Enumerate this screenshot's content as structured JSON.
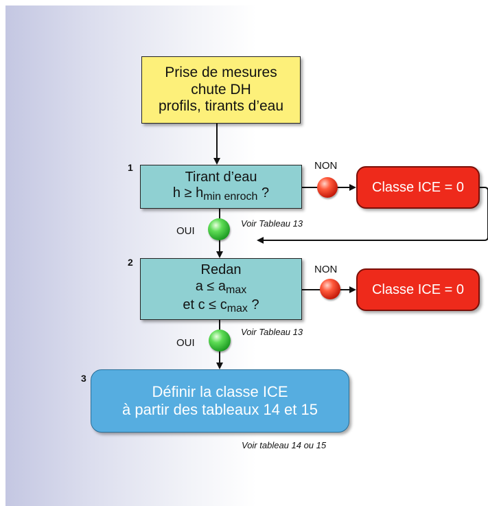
{
  "nodes": {
    "start": {
      "lines": [
        "Prise de mesures",
        "chute DH",
        "profils, tirants d’eau"
      ]
    },
    "q1": {
      "line1": "Tirant d’eau",
      "line2_pre": "h ≥ h",
      "line2_sub": "min enroch",
      "line2_post": " ?"
    },
    "q2": {
      "line1": "Redan",
      "line2_pre": "a ≤ a",
      "line2_sub": "max",
      "line3_pre": "et c ≤ c",
      "line3_sub": "max",
      "line3_post": " ?"
    },
    "end": {
      "lines": [
        "Définir la classe ICE",
        "à partir des tableaux 14 et 15"
      ]
    },
    "result1": {
      "label": "Classe ICE = 0"
    },
    "result2": {
      "label": "Classe ICE = 0"
    }
  },
  "step_numbers": [
    "1",
    "2",
    "3"
  ],
  "branch_labels": {
    "no1": "NON",
    "no2": "NON",
    "yes1": "OUI",
    "yes2": "OUI"
  },
  "references": {
    "ref1": "Voir Tableau 13",
    "ref2": "Voir Tableau 13",
    "ref3": "Voir tableau 14 ou 15"
  },
  "colors": {
    "start_fill": "#fdf07a",
    "question_fill": "#8fd0d2",
    "end_fill": "#56ade0",
    "result_fill": "#ee2a1b",
    "no_dot": "#e8301e",
    "yes_dot": "#2fb62f",
    "background_tint": "#c4c7e2"
  }
}
